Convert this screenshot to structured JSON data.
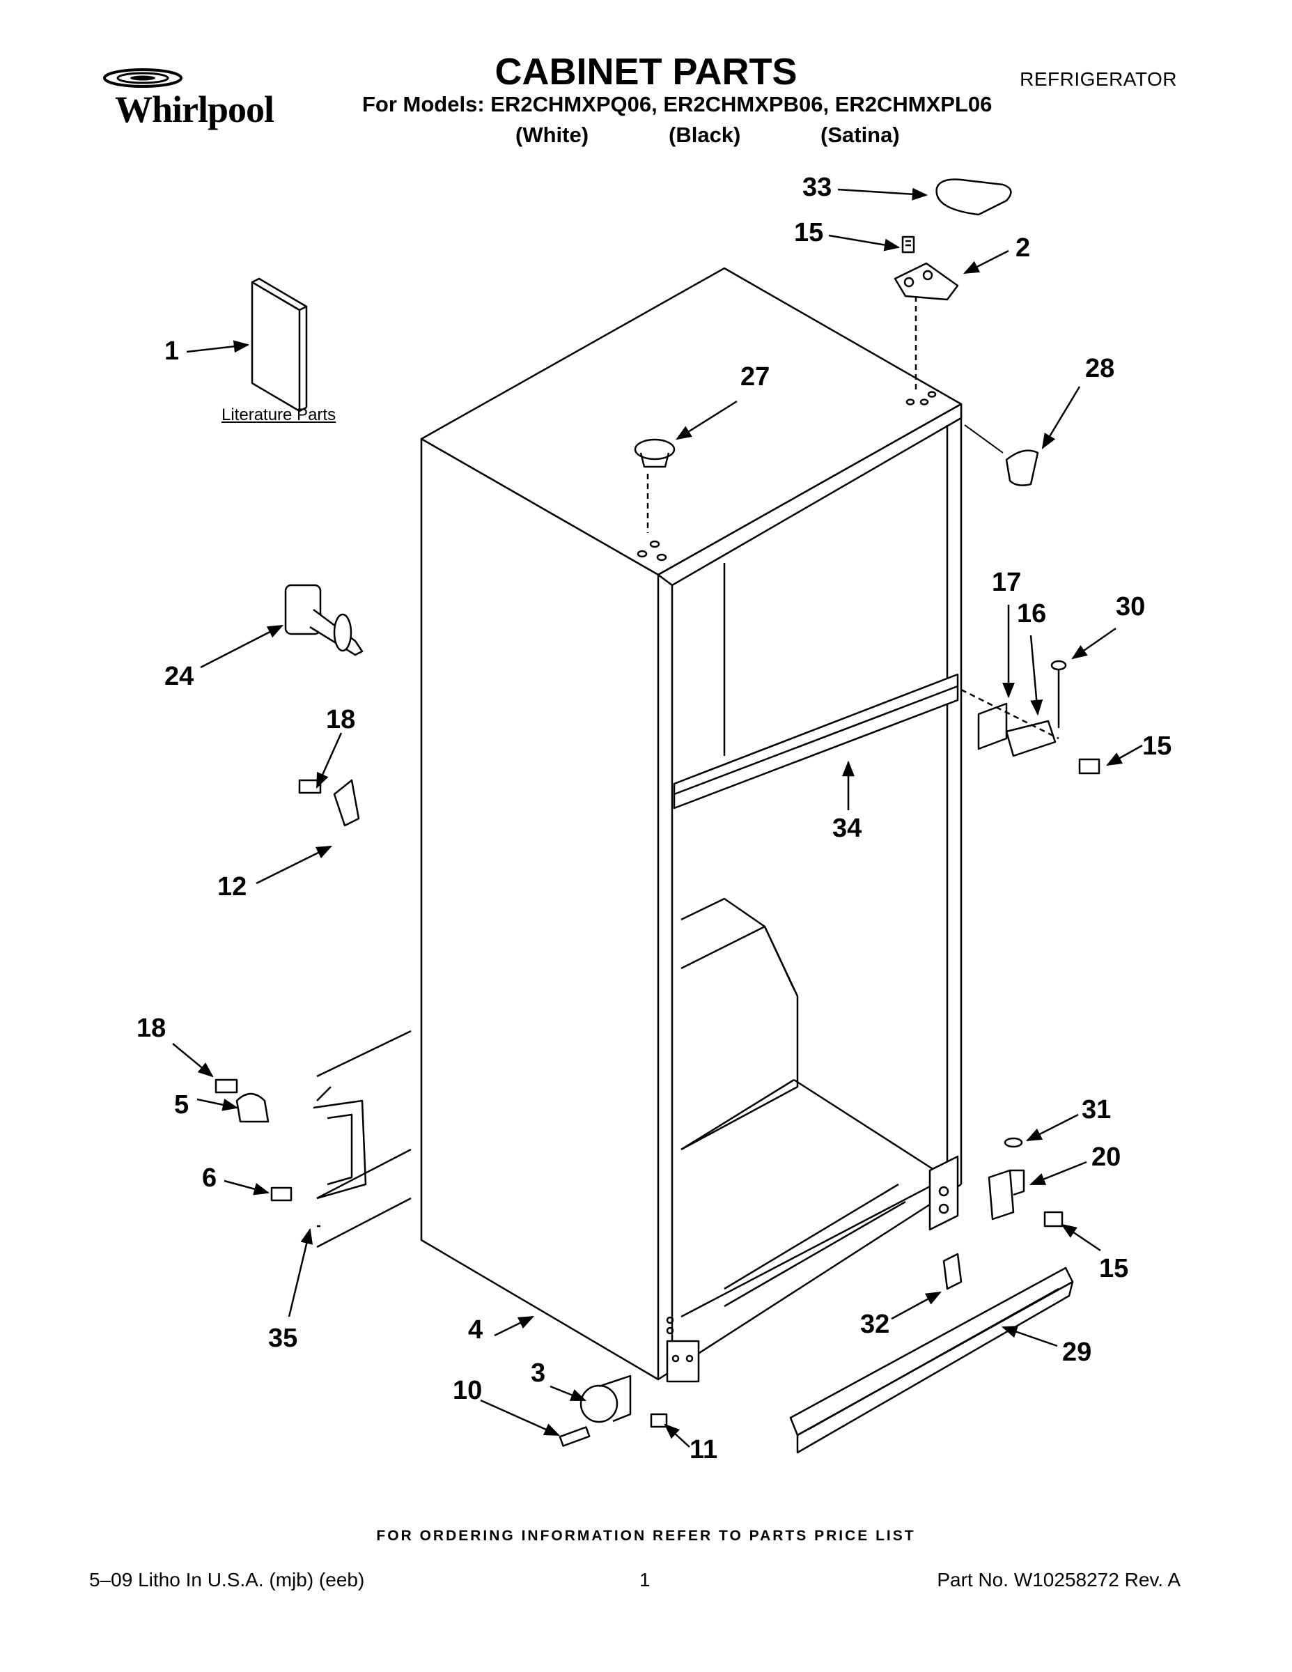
{
  "header": {
    "brand": "Whirlpool",
    "title": "CABINET PARTS",
    "doc_type": "REFRIGERATOR",
    "models_line": "For Models: ER2CHMXPQ06, ER2CHMXPB06, ER2CHMXPL06",
    "colors": [
      "(White)",
      "(Black)",
      "(Satina)"
    ]
  },
  "diagram": {
    "literature_label": "Literature Parts",
    "callouts": [
      "33",
      "15",
      "2",
      "1",
      "27",
      "28",
      "17",
      "16",
      "30",
      "24",
      "15",
      "18",
      "34",
      "12",
      "18",
      "5",
      "31",
      "20",
      "6",
      "15",
      "35",
      "4",
      "32",
      "29",
      "3",
      "10",
      "11"
    ]
  },
  "footer": {
    "order_note": "FOR ORDERING INFORMATION REFER TO PARTS PRICE LIST",
    "litho": "5–09 Litho In U.S.A. (mjb) (eeb)",
    "page": "1",
    "part_no": "Part No. W10258272 Rev. A"
  }
}
